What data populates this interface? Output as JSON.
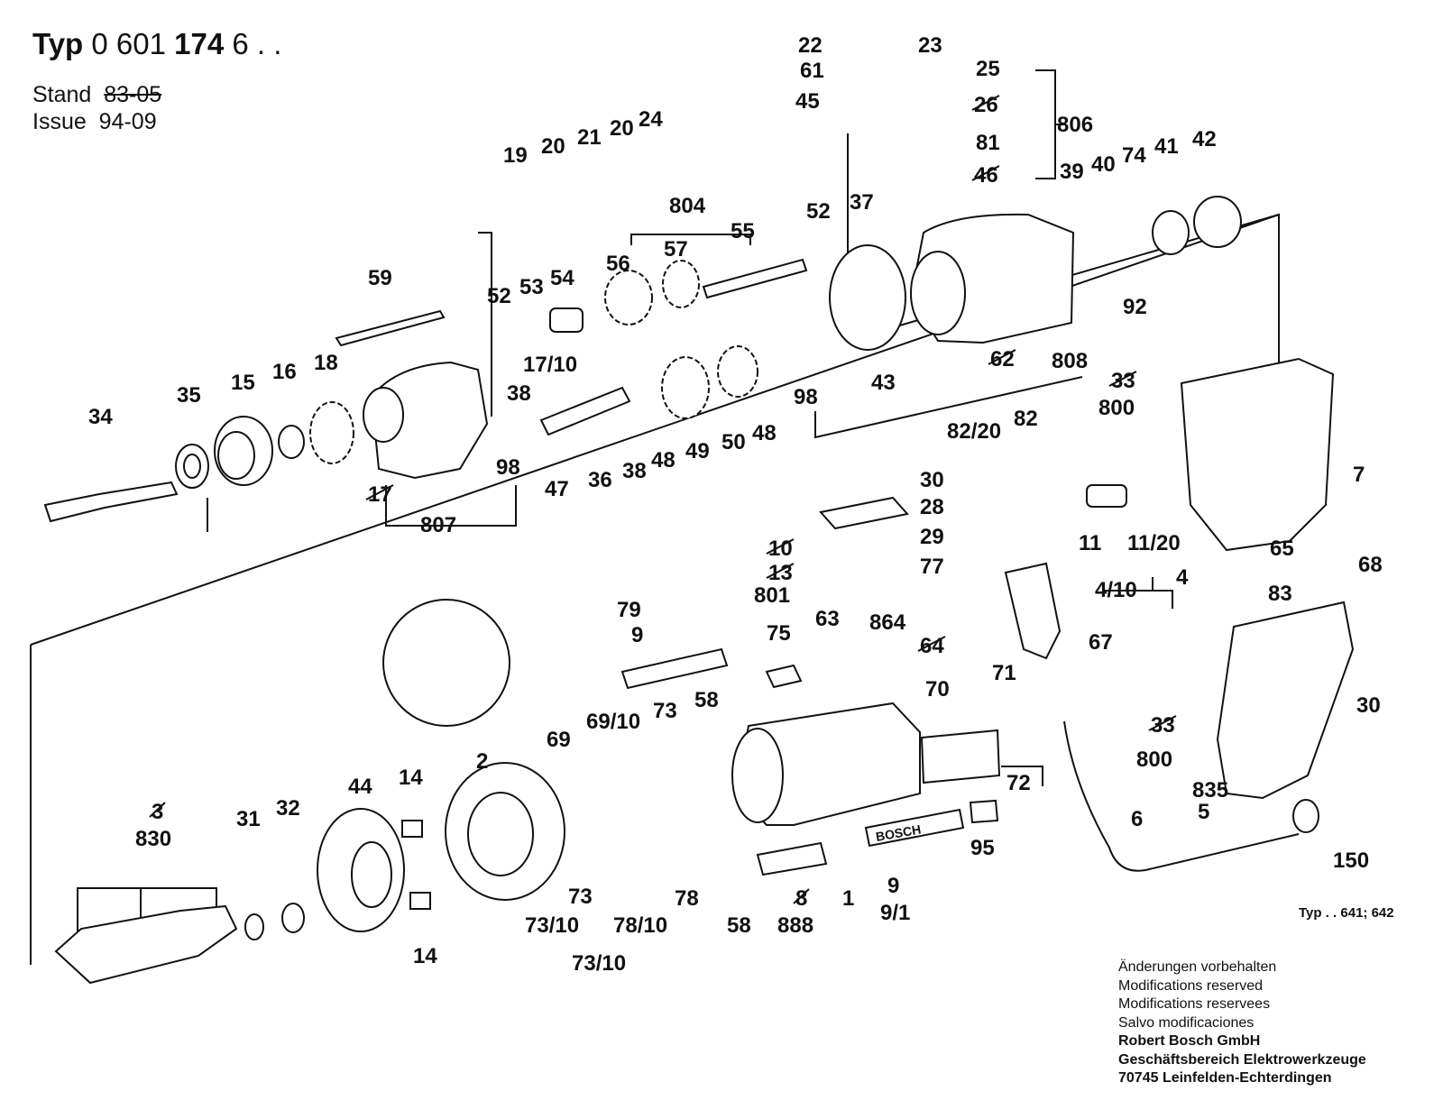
{
  "header": {
    "typ_label": "Typ",
    "typ_number_a": "0 601",
    "typ_number_b": "174",
    "typ_number_c": "6 . .",
    "stand_label": "Stand",
    "stand_value_struck": "83-05",
    "issue_label": "Issue",
    "issue_value": "94-09"
  },
  "variant_note": "Typ . . 641; 642",
  "footer": {
    "line1": "Änderungen vorbehalten",
    "line2": "Modifications reserved",
    "line3": "Modifications reservees",
    "line4": "Salvo modificaciones",
    "company": "Robert Bosch GmbH",
    "division": "Geschäftsbereich Elektrowerkzeuge",
    "address": "70745 Leinfelden-Echterdingen"
  },
  "nameplate_text": "BOSCH",
  "part_labels": [
    {
      "text": "22",
      "struck": false
    },
    {
      "text": "23",
      "struck": false
    },
    {
      "text": "61",
      "struck": false
    },
    {
      "text": "45",
      "struck": false
    },
    {
      "text": "25",
      "struck": false
    },
    {
      "text": "26",
      "struck": true
    },
    {
      "text": "806",
      "struck": false
    },
    {
      "text": "81",
      "struck": false
    },
    {
      "text": "46",
      "struck": true
    },
    {
      "text": "19",
      "struck": false
    },
    {
      "text": "20",
      "struck": false
    },
    {
      "text": "21",
      "struck": false
    },
    {
      "text": "20",
      "struck": false
    },
    {
      "text": "24",
      "struck": false
    },
    {
      "text": "804",
      "struck": false
    },
    {
      "text": "57",
      "struck": false
    },
    {
      "text": "55",
      "struck": false
    },
    {
      "text": "56",
      "struck": false
    },
    {
      "text": "52",
      "struck": false
    },
    {
      "text": "37",
      "struck": false
    },
    {
      "text": "39",
      "struck": false
    },
    {
      "text": "40",
      "struck": false
    },
    {
      "text": "74",
      "struck": false
    },
    {
      "text": "41",
      "struck": false
    },
    {
      "text": "42",
      "struck": false
    },
    {
      "text": "92",
      "struck": false
    },
    {
      "text": "59",
      "struck": false
    },
    {
      "text": "52",
      "struck": false
    },
    {
      "text": "53",
      "struck": false
    },
    {
      "text": "54",
      "struck": false
    },
    {
      "text": "17/10",
      "struck": false
    },
    {
      "text": "38",
      "struck": false
    },
    {
      "text": "43",
      "struck": false
    },
    {
      "text": "62",
      "struck": true
    },
    {
      "text": "808",
      "struck": false
    },
    {
      "text": "98",
      "struck": false
    },
    {
      "text": "34",
      "struck": false
    },
    {
      "text": "35",
      "struck": false
    },
    {
      "text": "15",
      "struck": false
    },
    {
      "text": "16",
      "struck": false
    },
    {
      "text": "18",
      "struck": false
    },
    {
      "text": "48",
      "struck": false
    },
    {
      "text": "49",
      "struck": false
    },
    {
      "text": "50",
      "struck": false
    },
    {
      "text": "48",
      "struck": false
    },
    {
      "text": "98",
      "struck": false
    },
    {
      "text": "17",
      "struck": true
    },
    {
      "text": "807",
      "struck": false
    },
    {
      "text": "47",
      "struck": false
    },
    {
      "text": "36",
      "struck": false
    },
    {
      "text": "38",
      "struck": false
    },
    {
      "text": "33",
      "struck": true
    },
    {
      "text": "800",
      "struck": false
    },
    {
      "text": "82/20",
      "struck": false
    },
    {
      "text": "82",
      "struck": false
    },
    {
      "text": "30",
      "struck": false
    },
    {
      "text": "28",
      "struck": false
    },
    {
      "text": "29",
      "struck": false
    },
    {
      "text": "10",
      "struck": true
    },
    {
      "text": "13",
      "struck": true
    },
    {
      "text": "77",
      "struck": false
    },
    {
      "text": "801",
      "struck": false
    },
    {
      "text": "11",
      "struck": false
    },
    {
      "text": "11/20",
      "struck": false
    },
    {
      "text": "7",
      "struck": false
    },
    {
      "text": "68",
      "struck": false
    },
    {
      "text": "4",
      "struck": false
    },
    {
      "text": "4/10",
      "struck": false
    },
    {
      "text": "65",
      "struck": false
    },
    {
      "text": "83",
      "struck": false
    },
    {
      "text": "79",
      "struck": false
    },
    {
      "text": "9",
      "struck": false
    },
    {
      "text": "75",
      "struck": false
    },
    {
      "text": "63",
      "struck": false
    },
    {
      "text": "864",
      "struck": false
    },
    {
      "text": "64",
      "struck": true
    },
    {
      "text": "67",
      "struck": false
    },
    {
      "text": "71",
      "struck": false
    },
    {
      "text": "70",
      "struck": false
    },
    {
      "text": "30",
      "struck": false
    },
    {
      "text": "69",
      "struck": false
    },
    {
      "text": "69/10",
      "struck": false
    },
    {
      "text": "73",
      "struck": false
    },
    {
      "text": "58",
      "struck": false
    },
    {
      "text": "2",
      "struck": false
    },
    {
      "text": "14",
      "struck": false
    },
    {
      "text": "44",
      "struck": false
    },
    {
      "text": "31",
      "struck": false
    },
    {
      "text": "32",
      "struck": false
    },
    {
      "text": "3",
      "struck": true
    },
    {
      "text": "830",
      "struck": false
    },
    {
      "text": "72",
      "struck": false
    },
    {
      "text": "33",
      "struck": true
    },
    {
      "text": "800",
      "struck": false
    },
    {
      "text": "835",
      "struck": false
    },
    {
      "text": "5",
      "struck": false
    },
    {
      "text": "6",
      "struck": false
    },
    {
      "text": "150",
      "struck": false
    },
    {
      "text": "95",
      "struck": false
    },
    {
      "text": "9",
      "struck": false
    },
    {
      "text": "9/1",
      "struck": false
    },
    {
      "text": "1",
      "struck": false
    },
    {
      "text": "8",
      "struck": true
    },
    {
      "text": "888",
      "struck": false
    },
    {
      "text": "58",
      "struck": false
    },
    {
      "text": "78",
      "struck": false
    },
    {
      "text": "78/10",
      "struck": false
    },
    {
      "text": "73",
      "struck": false
    },
    {
      "text": "73/10",
      "struck": false
    },
    {
      "text": "73/10",
      "struck": false
    },
    {
      "text": "14",
      "struck": false
    }
  ]
}
